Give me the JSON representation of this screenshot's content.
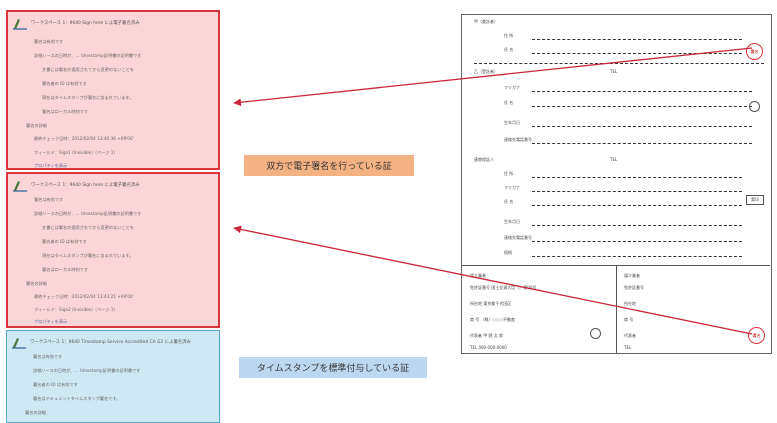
{
  "panels": [
    {
      "signature_line": "ワークスペース 1：9640 Sign here によ電子署名済み",
      "lines": [
        "署名は有効です",
        "詳細ソースの日時が、… timestamp証明書の証明書です",
        "文書には署名の適用されてから変更のないことを",
        "署名者の ID は有効です",
        "現在はタイムスタンプが署名に含まれています。",
        "署名はローカル時刻です",
        "署名の詳細",
        "最終チェック日時：2012/02/04 13:40:36 +09'00'",
        "フィールド：Sign1 (Invisible)（ページ 1）",
        "プロパティを表示"
      ]
    },
    {
      "signature_line": "ワークスペース 1：9640 Sign here によ電子署名済み",
      "lines": [
        "署名は有効です",
        "詳細ソースの日時が、… timestamp証明書の証明書です",
        "文書には署名の適用されてから変更のないことを",
        "署名者の ID は有効です",
        "現在はタイムスタンプが署名に含まれています。",
        "署名はローカル時刻です",
        "署名の詳細",
        "最終チェック日時：2012/02/04 13:43:21 +09'00'",
        "フィールド：Sign2 (Invisible)（ページ 1）",
        "プロパティを表示"
      ]
    },
    {
      "signature_line": "ワークスペース 1：9640 Timestamp Service Accredited CA G2 によ署名済み",
      "lines": [
        "署名は有効です",
        "詳細ソースの日時が、… timestamp証明書の証明書です",
        "署名者の ID は有効です",
        "署名はドキュメントタイムスタンプ署名です。",
        "署名の詳細"
      ]
    }
  ],
  "callouts": {
    "mutual": "双方で電子署名を行っている証",
    "timestamp": "タイムスタンプを標準付与している証"
  },
  "document": {
    "client_heading": "甲（委託者）",
    "client_fields": [
      "住 所",
      "氏 名"
    ],
    "contractor_heading": "乙（受託者）",
    "contractor_fields": [
      "フリガナ",
      "氏 名",
      "生年月日",
      "連絡先電話番号"
    ],
    "broker_heading": "連帯保証人",
    "broker_fields": [
      "住 所",
      "フリガナ",
      "氏 名",
      "生年月日",
      "連絡先電話番号",
      "続柄"
    ],
    "tel": "TEL",
    "seal_label": "実印",
    "stamp_label": "署名",
    "bottom_left": {
      "title": "媒介業者",
      "lines": [
        "免許証番号 国土交通大臣（）第00号",
        "所在地 東京都千代田区",
        "商 号 （株）○○○不動産",
        "代表者 甲 野 太 郎",
        "TEL 000-000-0000"
      ]
    },
    "bottom_right": {
      "title": "媒介業者",
      "lines": [
        "免許証番号",
        "所在地",
        "商 号",
        "代表者",
        "TEL"
      ]
    }
  },
  "colors": {
    "red_frame": "#d9353d",
    "pink_fill": "#fbd6d8",
    "blue_fill": "#cfe9f4",
    "orange_callout": "#f4b183",
    "blue_callout": "#bcd8f0",
    "arrow": "#c8283a"
  }
}
